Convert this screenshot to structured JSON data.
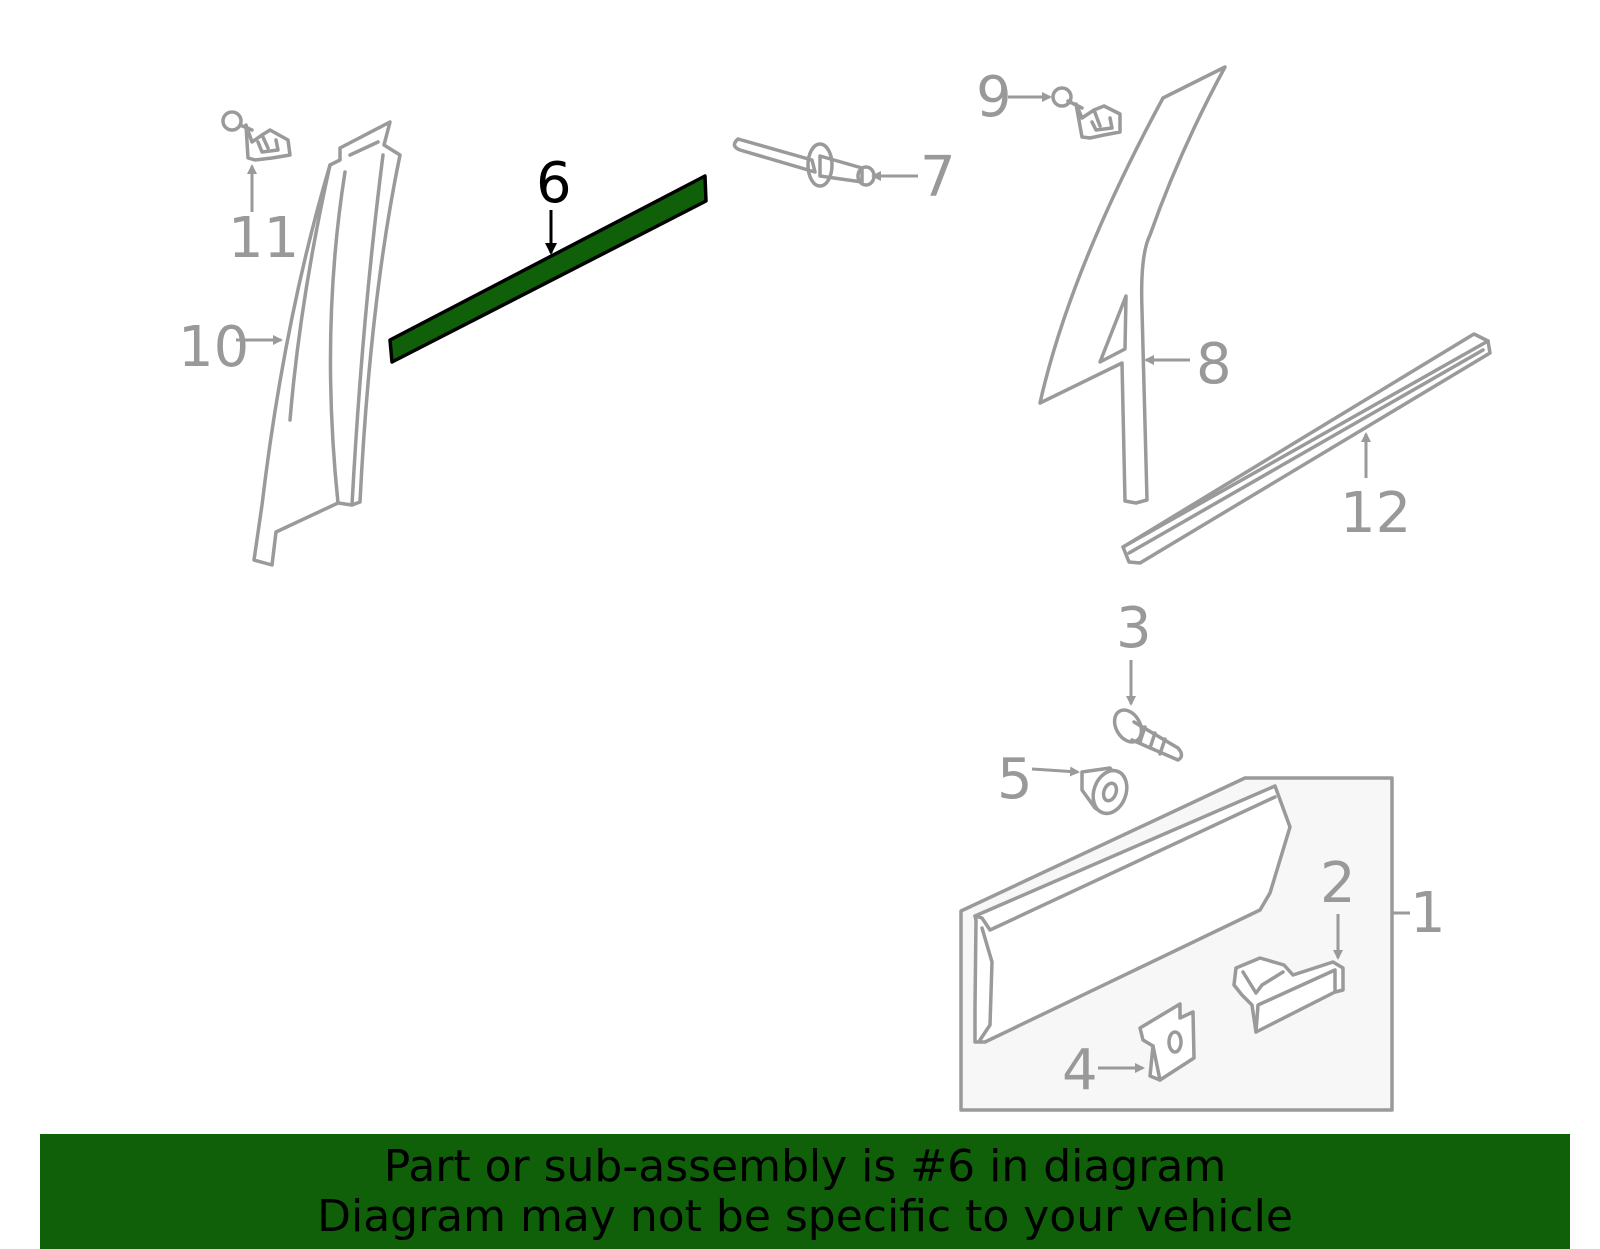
{
  "colors": {
    "highlight": "#0f6009",
    "part_stroke": "#9a9a9a",
    "callout_text": "#999999",
    "panel_fill": "#f7f7f7"
  },
  "highlighted_part": "6",
  "callouts": {
    "c1": "1",
    "c2": "2",
    "c3": "3",
    "c4": "4",
    "c5": "5",
    "c6": "6",
    "c7": "7",
    "c8": "8",
    "c9": "9",
    "c10": "10",
    "c11": "11",
    "c12": "12"
  },
  "banner": {
    "line1": "Part or sub-assembly is #6 in diagram",
    "line2": "Diagram may not be specific to your vehicle"
  }
}
